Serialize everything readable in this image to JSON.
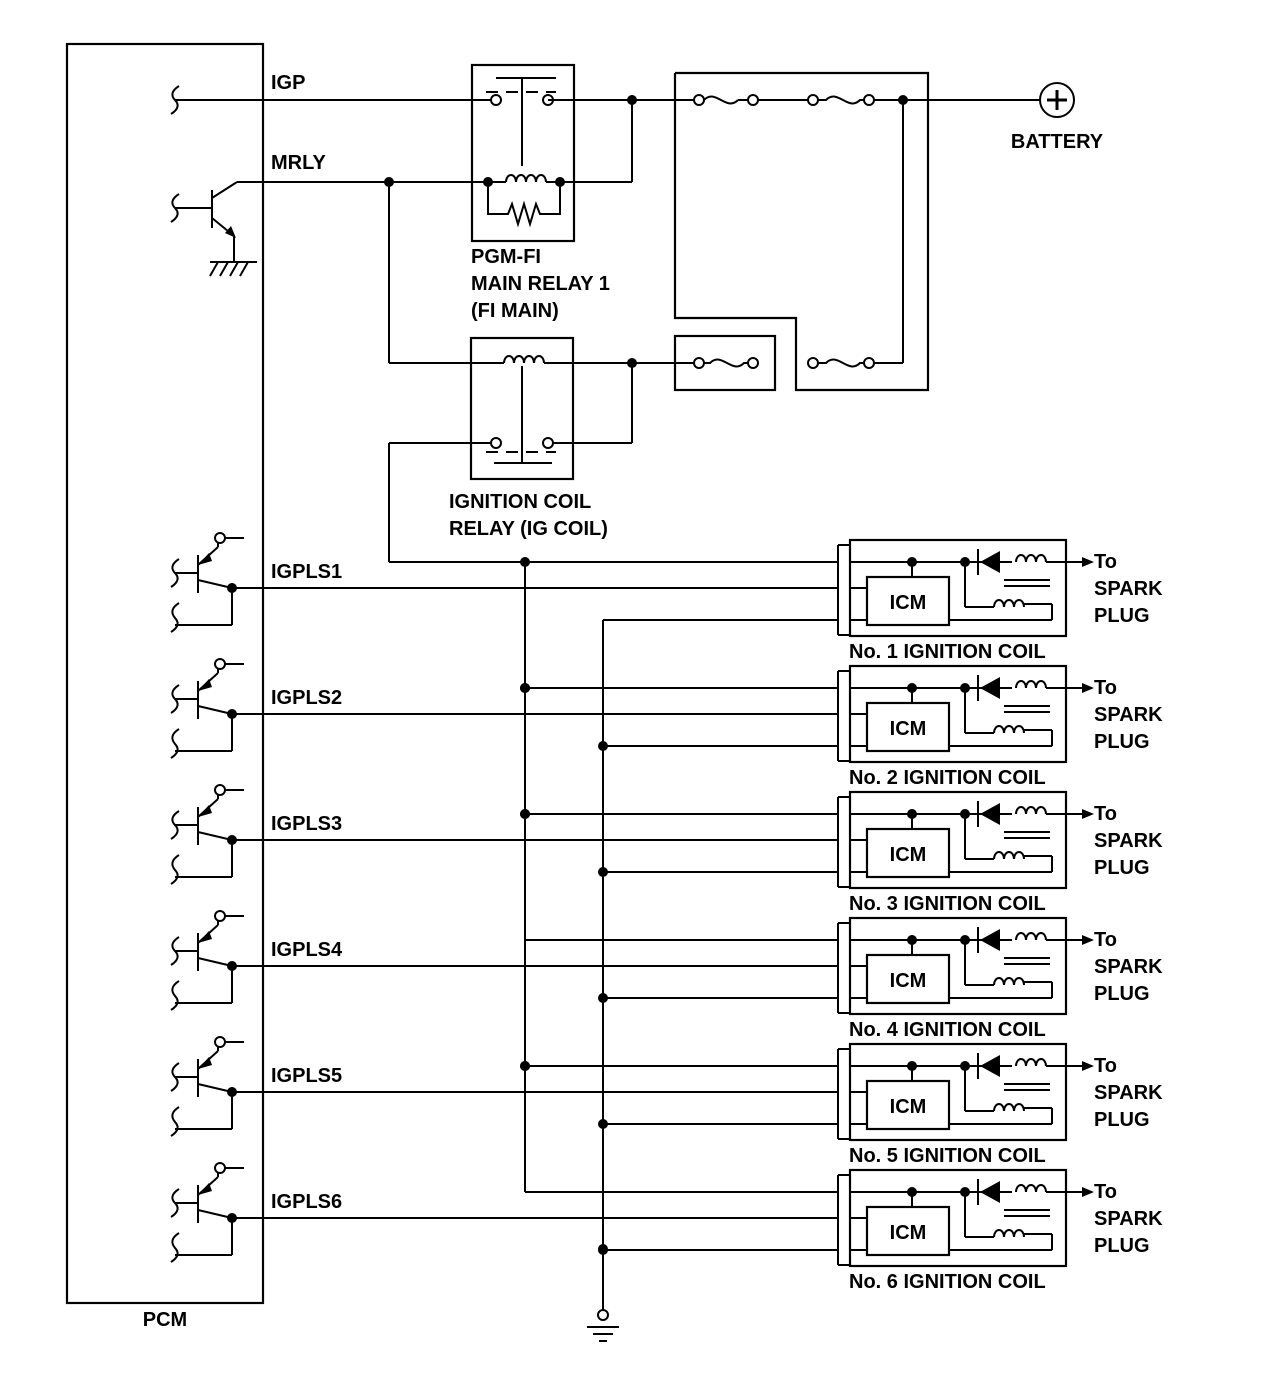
{
  "pcm": {
    "label": "PCM"
  },
  "signals": {
    "igp": "IGP",
    "mrly": "MRLY"
  },
  "battery": {
    "label": "BATTERY"
  },
  "main_relay": {
    "line1": "PGM-FI",
    "line2": "MAIN RELAY 1",
    "line3": "(FI MAIN)"
  },
  "ig_coil_relay": {
    "line1": "IGNITION COIL",
    "line2": "RELAY (IG COIL)"
  },
  "coils": [
    {
      "signal": "IGPLS1",
      "module": "ICM",
      "name": "No. 1 IGNITION COIL",
      "out1": "To",
      "out2": "SPARK",
      "out3": "PLUG"
    },
    {
      "signal": "IGPLS2",
      "module": "ICM",
      "name": "No. 2 IGNITION COIL",
      "out1": "To",
      "out2": "SPARK",
      "out3": "PLUG"
    },
    {
      "signal": "IGPLS3",
      "module": "ICM",
      "name": "No. 3 IGNITION COIL",
      "out1": "To",
      "out2": "SPARK",
      "out3": "PLUG"
    },
    {
      "signal": "IGPLS4",
      "module": "ICM",
      "name": "No. 4 IGNITION COIL",
      "out1": "To",
      "out2": "SPARK",
      "out3": "PLUG"
    },
    {
      "signal": "IGPLS5",
      "module": "ICM",
      "name": "No. 5 IGNITION COIL",
      "out1": "To",
      "out2": "SPARK",
      "out3": "PLUG"
    },
    {
      "signal": "IGPLS6",
      "module": "ICM",
      "name": "No. 6 IGNITION COIL",
      "out1": "To",
      "out2": "SPARK",
      "out3": "PLUG"
    }
  ],
  "icons": {
    "battery": "battery-plus-icon",
    "ground": "ground-icon",
    "chassis_ground": "chassis-ground-icon",
    "fuse": "fuse-icon",
    "transistor": "transistor-icon",
    "relay_coil": "relay-coil-icon",
    "diode": "diode-icon"
  }
}
